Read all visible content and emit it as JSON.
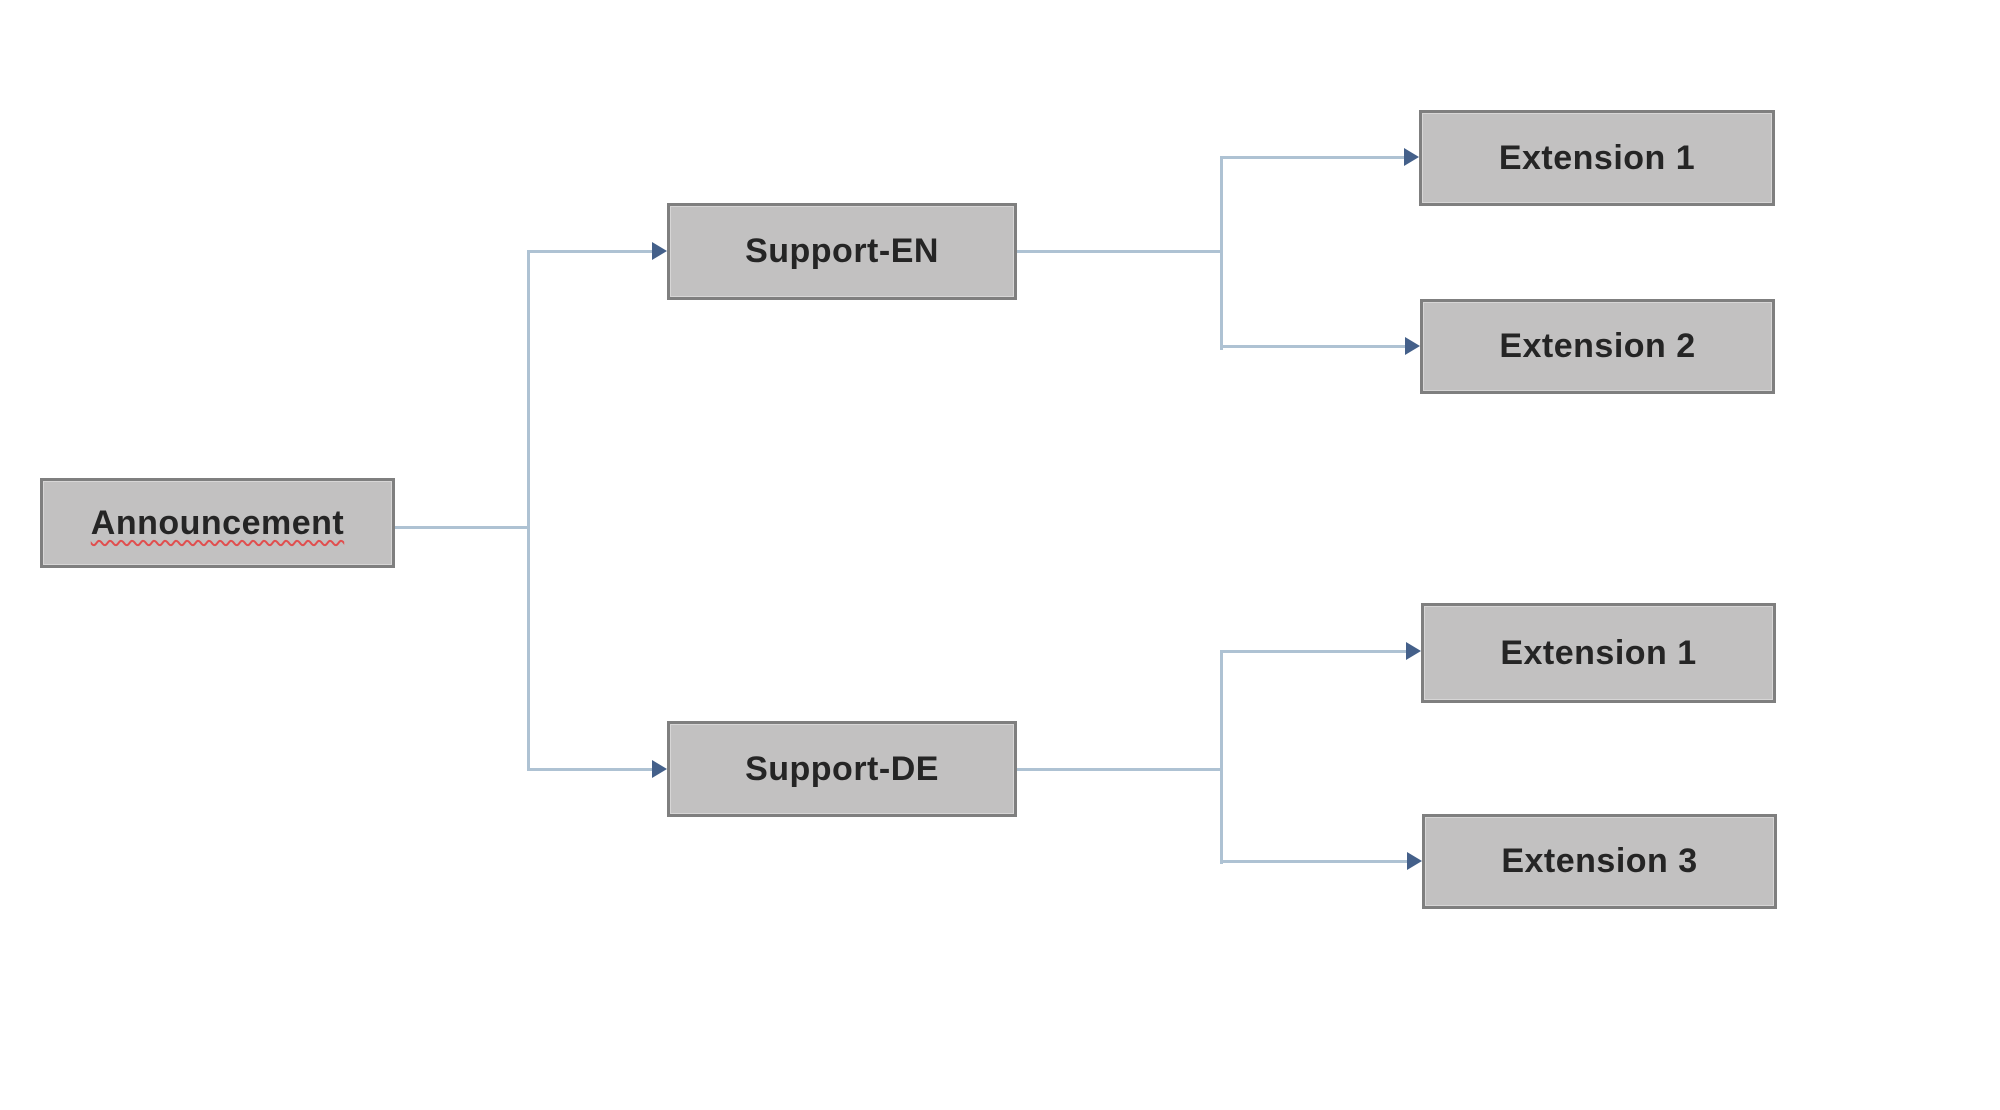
{
  "diagram": {
    "type": "flowchart",
    "nodes": {
      "announcement": {
        "label": "Announcement",
        "spellcheck_underline": true
      },
      "support_en": {
        "label": "Support-EN"
      },
      "support_de": {
        "label": "Support-DE"
      },
      "ext1_top": {
        "label": "Extension 1"
      },
      "ext2": {
        "label": "Extension 2"
      },
      "ext1_bottom": {
        "label": "Extension 1"
      },
      "ext3": {
        "label": "Extension 3"
      }
    },
    "edges": [
      {
        "from": "Announcement",
        "to": "Support-EN"
      },
      {
        "from": "Announcement",
        "to": "Support-DE"
      },
      {
        "from": "Support-EN",
        "to": "Extension 1"
      },
      {
        "from": "Support-EN",
        "to": "Extension 2"
      },
      {
        "from": "Support-DE",
        "to": "Extension 1"
      },
      {
        "from": "Support-DE",
        "to": "Extension 3"
      }
    ]
  },
  "colors": {
    "background": "#ffffff",
    "node_fill": "#c2c1c1",
    "node_border": "#7f7f7f",
    "label_text": "#252525",
    "connector": "#aec2d3",
    "arrowhead": "#44608a",
    "spellcheck_underline": "#e04f4f"
  }
}
